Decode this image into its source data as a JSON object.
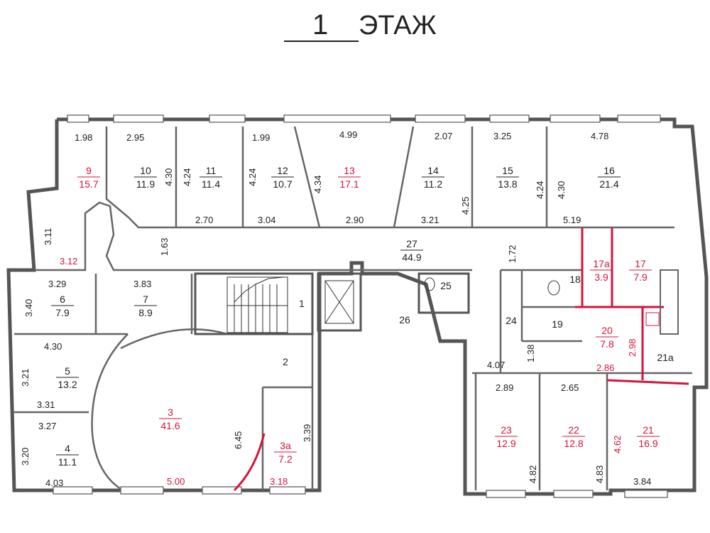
{
  "title": {
    "number": "1",
    "word": "ЭТАЖ"
  },
  "rooms": [
    {
      "id": "9",
      "number": "9",
      "area": "15.7",
      "color": "red"
    },
    {
      "id": "10",
      "number": "10",
      "area": "11.9",
      "color": "black"
    },
    {
      "id": "11",
      "number": "11",
      "area": "11.4",
      "color": "black"
    },
    {
      "id": "12",
      "number": "12",
      "area": "10.7",
      "color": "black"
    },
    {
      "id": "13",
      "number": "13",
      "area": "17.1",
      "color": "red"
    },
    {
      "id": "14",
      "number": "14",
      "area": "11.2",
      "color": "black"
    },
    {
      "id": "15",
      "number": "15",
      "area": "13.8",
      "color": "black"
    },
    {
      "id": "16",
      "number": "16",
      "area": "21.4",
      "color": "black"
    },
    {
      "id": "27",
      "number": "27",
      "area": "44.9",
      "color": "black"
    },
    {
      "id": "17a",
      "number": "17a",
      "area": "3.9",
      "color": "red"
    },
    {
      "id": "17",
      "number": "17",
      "area": "7.9",
      "color": "red"
    },
    {
      "id": "6",
      "number": "6",
      "area": "7.9",
      "color": "black"
    },
    {
      "id": "7",
      "number": "7",
      "area": "8.9",
      "color": "black"
    },
    {
      "id": "5",
      "number": "5",
      "area": "13.2",
      "color": "black"
    },
    {
      "id": "4",
      "number": "4",
      "area": "11.1",
      "color": "black"
    },
    {
      "id": "3",
      "number": "3",
      "area": "41.6",
      "color": "red"
    },
    {
      "id": "3a",
      "number": "3a",
      "area": "7.2",
      "color": "red"
    },
    {
      "id": "20",
      "number": "20",
      "area": "7.8",
      "color": "red"
    },
    {
      "id": "23",
      "number": "23",
      "area": "12.9",
      "color": "red"
    },
    {
      "id": "22",
      "number": "22",
      "area": "12.8",
      "color": "red"
    },
    {
      "id": "21",
      "number": "21",
      "area": "16.9",
      "color": "red"
    }
  ],
  "labels": {
    "r1": "1",
    "r2": "2",
    "r18": "18",
    "r19": "19",
    "r24": "24",
    "r25": "25",
    "r26": "26",
    "r21a": "21a"
  },
  "dimensions": {
    "d1_98": "1.98",
    "d2_95": "2.95",
    "d4_30a": "4.30",
    "d4_24a": "4.24",
    "d1_99": "1.99",
    "d4_24b": "4.24",
    "d4_99": "4.99",
    "d4_34": "4.34",
    "d2_07": "2.07",
    "d4_25": "4.25",
    "d3_25": "3.25",
    "d4_24c": "4.24",
    "d4_78": "4.78",
    "d4_30b": "4.30",
    "d3_11": "3.11",
    "d2_70": "2.70",
    "d3_04": "3.04",
    "d2_90": "2.90",
    "d3_21a": "3.21",
    "d5_19": "5.19",
    "d1_63": "1.63",
    "d3_12": "3.12",
    "d1_72": "1.72",
    "d3_29": "3.29",
    "d3_83": "3.83",
    "d3_40": "3.40",
    "d4_30c": "4.30",
    "d3_21b": "3.21",
    "d3_31": "3.31",
    "d3_27": "3.27",
    "d3_20": "3.20",
    "d4_03": "4.03",
    "d6_45": "6.45",
    "d3_39": "3.39",
    "d5_00": "5.00",
    "d3_18": "3.18",
    "d4_07": "4.07",
    "d1_38": "1.38",
    "d2_98": "2.98",
    "d2_86": "2.86",
    "d2_89": "2.89",
    "d2_65": "2.65",
    "d4_82": "4.82",
    "d4_83": "4.83",
    "d4_62": "4.62",
    "d3_84": "3.84"
  },
  "colors": {
    "accent_red": "#d4143c",
    "wall": "#555555"
  }
}
